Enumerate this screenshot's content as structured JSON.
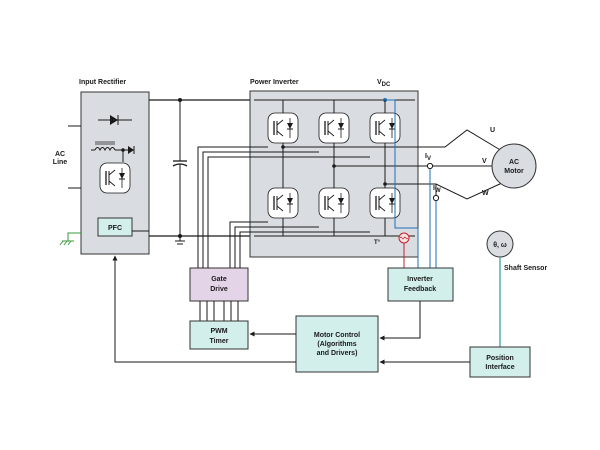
{
  "labels": {
    "input_rectifier": "Input Rectifier",
    "power_inverter": "Power Inverter",
    "vdc": "V",
    "vdc_sub": "DC",
    "ac_line_1": "AC",
    "ac_line_2": "Line",
    "pfc": "PFC",
    "u": "U",
    "v": "V",
    "w": "W",
    "iv": "I",
    "iv_sub": "V",
    "iw": "I",
    "iw_sub": "W",
    "temp": "T°",
    "ac_motor_1": "AC",
    "ac_motor_2": "Motor",
    "theta_omega": "θ, ω",
    "shaft_sensor": "Shaft Sensor",
    "gate_drive_1": "Gate",
    "gate_drive_2": "Drive",
    "pwm_timer_1": "PWM",
    "pwm_timer_2": "Timer",
    "motor_control_1": "Motor Control",
    "motor_control_2": "(Algorithms",
    "motor_control_3": "and Drivers)",
    "inverter_feedback_1": "Inverter",
    "inverter_feedback_2": "Feedback",
    "position_interface_1": "Position",
    "position_interface_2": "Interface"
  },
  "colors": {
    "rectifier_fill": "#d9dde2",
    "inverter_fill": "#d9dde2",
    "teal_block": "#d3efec",
    "gate_drive": "#e3d5e7",
    "feedback_wire": "#1e6fb4",
    "shaft_wire": "#2a9aa3",
    "temp_sensor": "#c8202c"
  }
}
